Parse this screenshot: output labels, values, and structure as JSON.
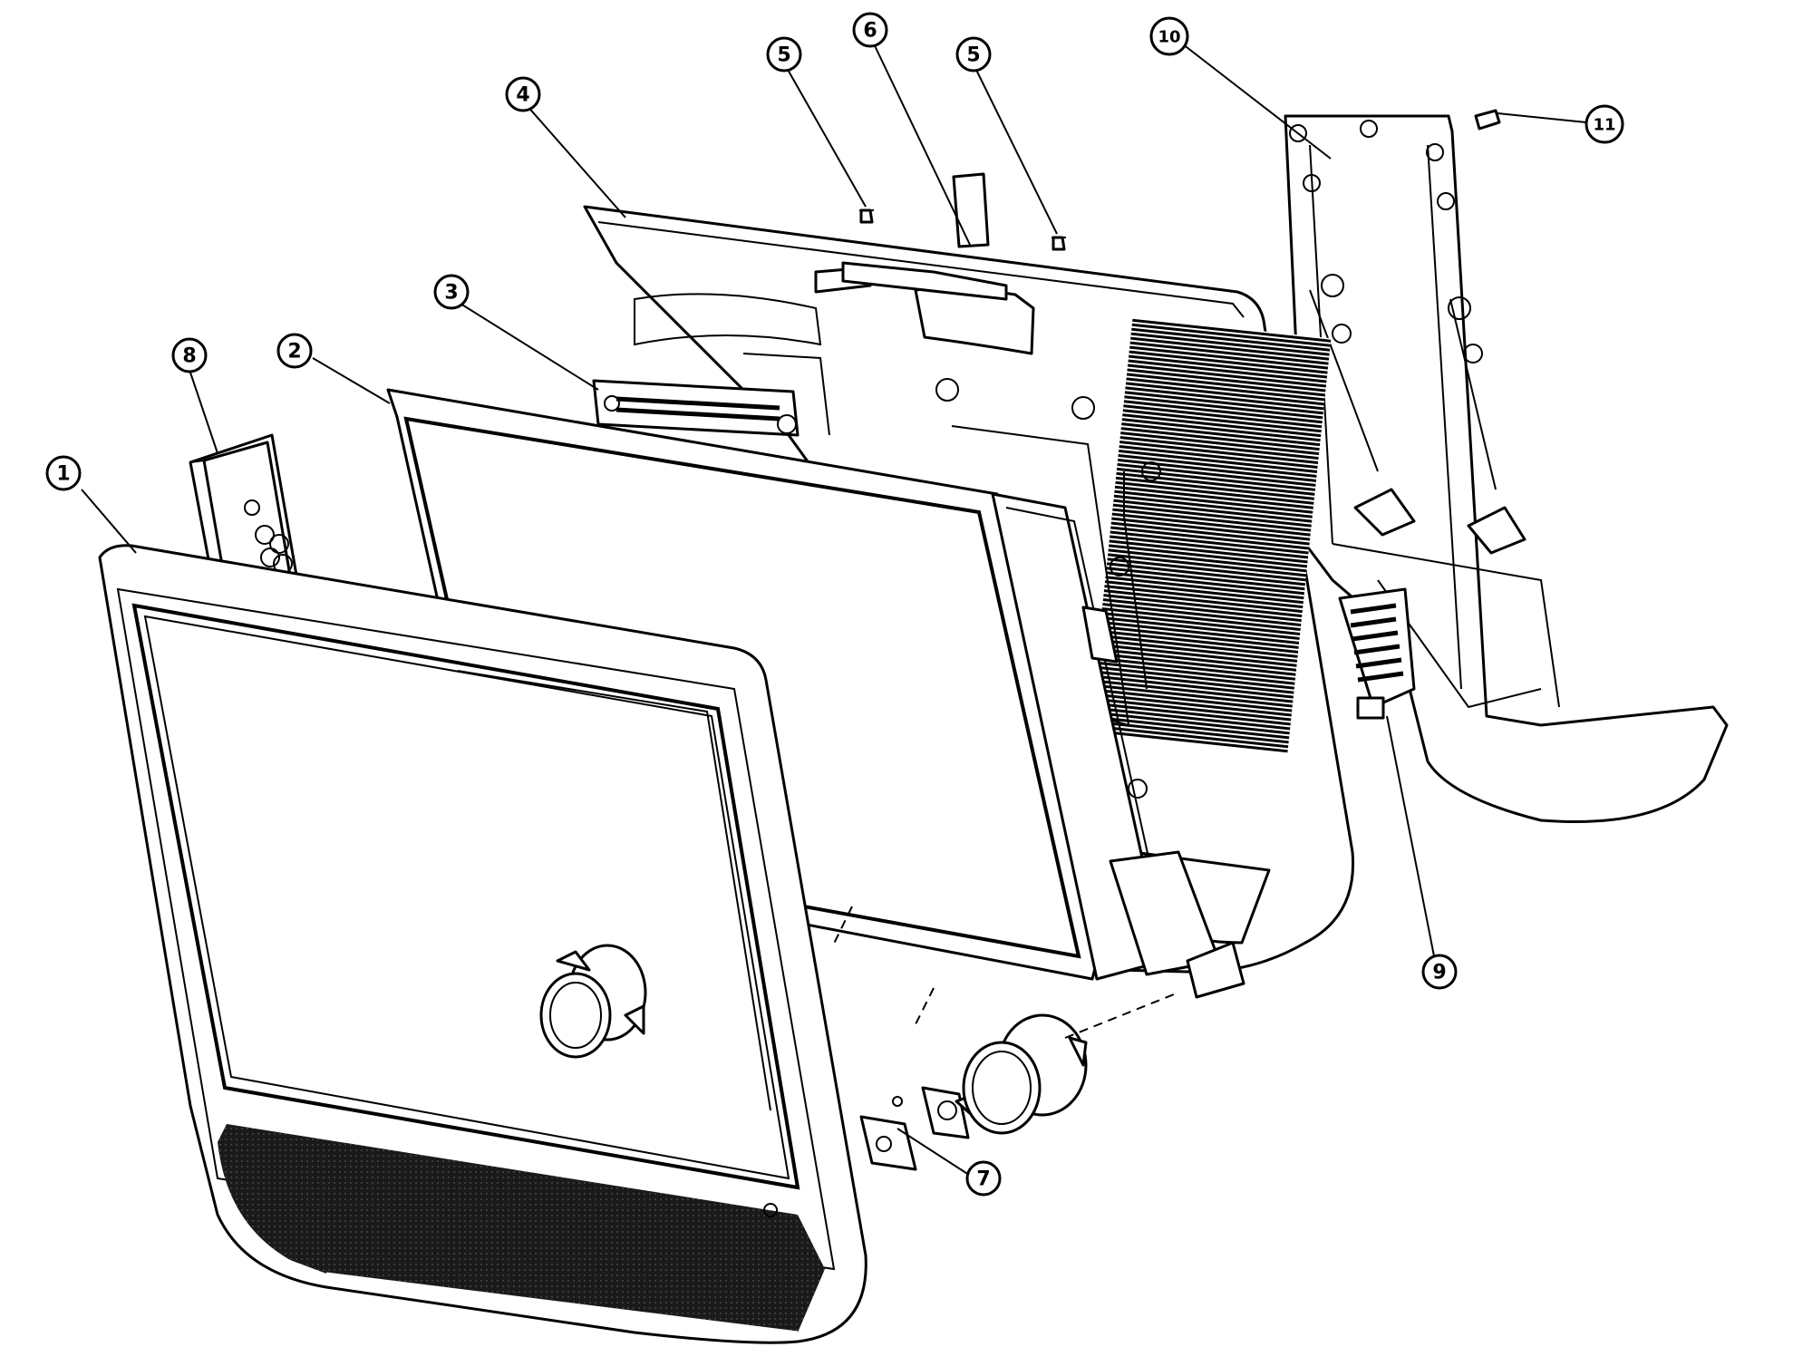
{
  "diagram": {
    "callouts": [
      {
        "label": "1"
      },
      {
        "label": "2"
      },
      {
        "label": "3"
      },
      {
        "label": "4"
      },
      {
        "label": "5"
      },
      {
        "label": "6"
      },
      {
        "label": "5"
      },
      {
        "label": "10"
      },
      {
        "label": "11"
      },
      {
        "label": "8"
      },
      {
        "label": "9"
      },
      {
        "label": "7"
      }
    ]
  }
}
